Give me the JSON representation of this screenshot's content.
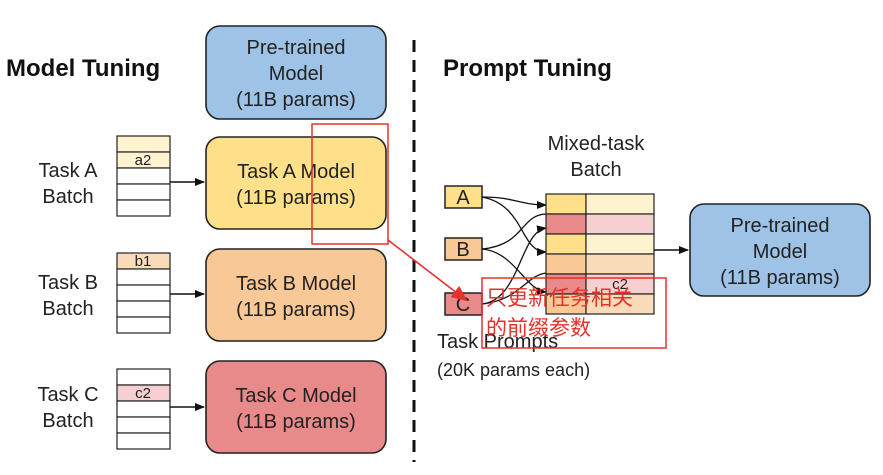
{
  "left": {
    "title": "Model Tuning",
    "pretrained": [
      "Pre-trained",
      "Model",
      "(11B params)"
    ],
    "tasks": [
      {
        "label": [
          "Task A",
          "Batch"
        ],
        "cell": "a2",
        "model": [
          "Task A Model",
          "(11B params)"
        ]
      },
      {
        "label": [
          "Task B",
          "Batch"
        ],
        "cell": "b1",
        "model": [
          "Task B Model",
          "(11B params)"
        ]
      },
      {
        "label": [
          "Task C",
          "Batch"
        ],
        "cell": "c2",
        "model": [
          "Task C Model",
          "(11B params)"
        ]
      }
    ]
  },
  "right": {
    "title": "Prompt Tuning",
    "prompts": [
      "A",
      "B",
      "C"
    ],
    "batch_label": [
      "Mixed-task",
      "Batch"
    ],
    "batch_cells": [
      "c2"
    ],
    "pretrained": [
      "Pre-trained",
      "Model",
      "(11B params)"
    ],
    "task_prompts_label": [
      "Task Prompts",
      "(20K params each)"
    ]
  },
  "annotation": [
    "只更新任务相关",
    "的前缀参数"
  ],
  "colors": {
    "pretrained": "#9ec3e6",
    "task_a": "#ffe08a",
    "task_b": "#f8c896",
    "task_c": "#e8898a",
    "annotation": "#e8302a"
  }
}
